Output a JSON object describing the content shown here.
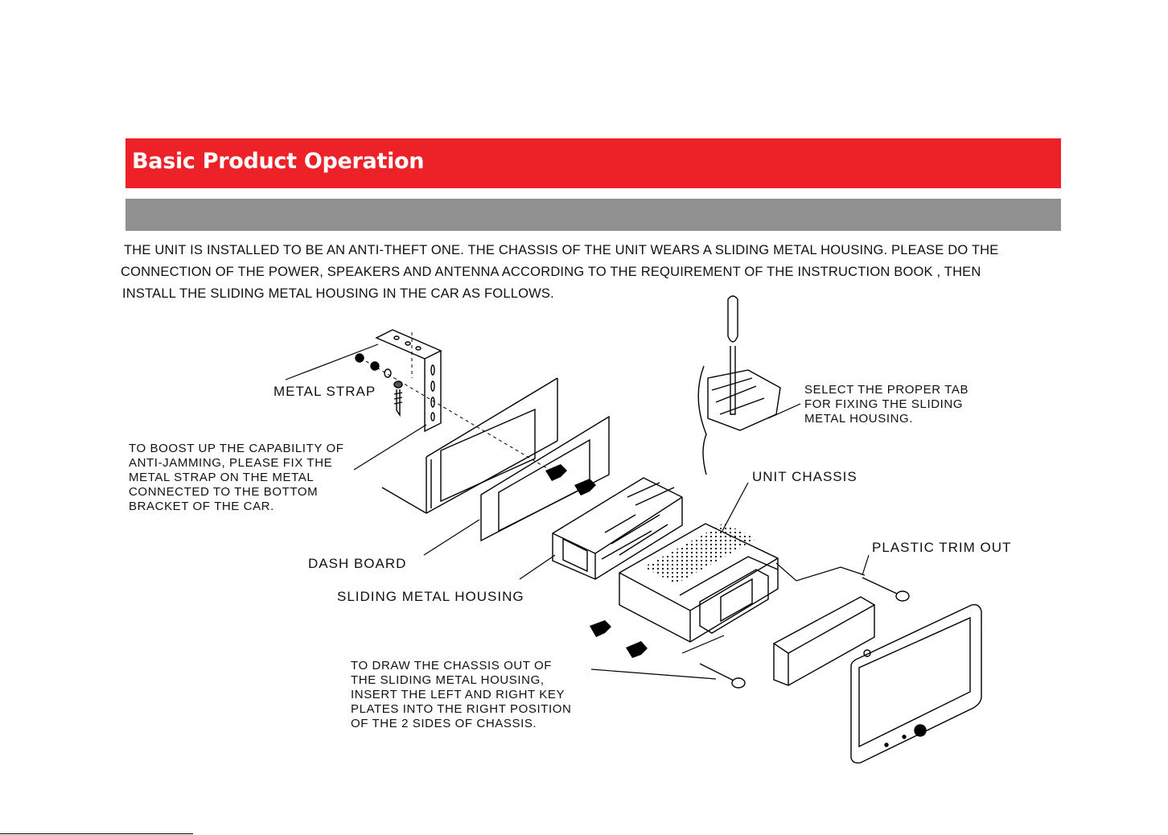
{
  "header": {
    "title": "Basic Product Operation"
  },
  "intro": {
    "lines": [
      "THE UNIT IS INSTALLED TO BE AN ANTI-THEFT ONE. THE CHASSIS OF THE UNIT WEARS A SLIDING METAL HOUSING. PLEASE DO THE",
      "CONNECTION OF THE POWER, SPEAKERS AND ANTENNA ACCORDING TO THE REQUIREMENT OF THE INSTRUCTION BOOK , THEN",
      "INSTALL THE SLIDING METAL HOUSING IN THE CAR AS FOLLOWS."
    ]
  },
  "labels": {
    "metal_strap": "METAL STRAP",
    "anti_jamming": [
      "TO BOOST UP THE CAPABILITY OF",
      "ANTI-JAMMING, PLEASE FIX THE",
      "METAL STRAP ON THE METAL",
      "CONNECTED TO THE BOTTOM",
      "BRACKET OF THE CAR."
    ],
    "dash_board": "DASH BOARD",
    "sliding_metal_housing": "SLIDING METAL HOUSING",
    "select_tab": [
      "SELECT THE PROPER TAB",
      "FOR FIXING THE SLIDING",
      "METAL HOUSING."
    ],
    "unit_chassis": "UNIT CHASSIS",
    "plastic_trim_out": "PLASTIC TRIM OUT",
    "draw_chassis": [
      "TO DRAW THE CHASSIS OUT OF",
      "THE SLIDING METAL HOUSING,",
      "INSERT THE LEFT AND RIGHT KEY",
      "PLATES INTO THE RIGHT POSITION",
      "OF THE 2 SIDES OF CHASSIS."
    ]
  }
}
